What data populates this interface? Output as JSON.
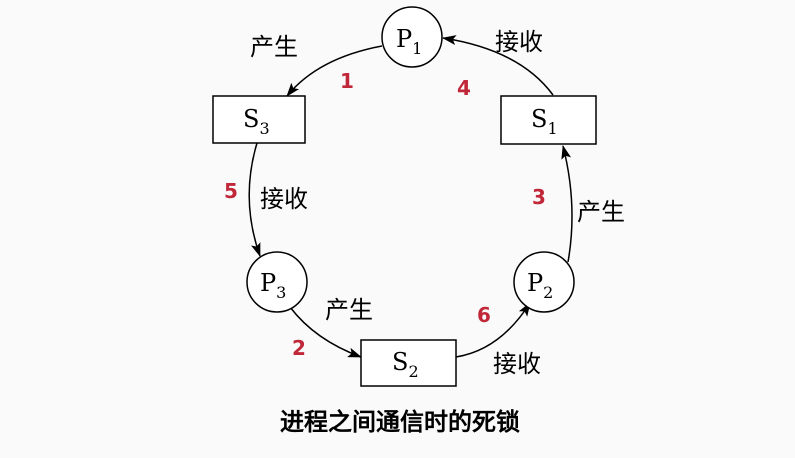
{
  "nodes": {
    "P1": {
      "main": "P",
      "sub": "1"
    },
    "P2": {
      "main": "P",
      "sub": "2"
    },
    "P3": {
      "main": "P",
      "sub": "3"
    },
    "S1": {
      "main": "S",
      "sub": "1"
    },
    "S2": {
      "main": "S",
      "sub": "2"
    },
    "S3": {
      "main": "S",
      "sub": "3"
    }
  },
  "edges": {
    "p1_s3": {
      "label": "产生",
      "step": "1"
    },
    "p3_s2": {
      "label": "产生",
      "step": "2"
    },
    "p2_s1": {
      "label": "产生",
      "step": "3"
    },
    "s1_p1": {
      "label": "接收",
      "step": "4"
    },
    "s3_p3": {
      "label": "接收",
      "step": "5"
    },
    "s2_p2": {
      "label": "接收",
      "step": "6"
    }
  },
  "caption": "进程之间通信时的死锁"
}
